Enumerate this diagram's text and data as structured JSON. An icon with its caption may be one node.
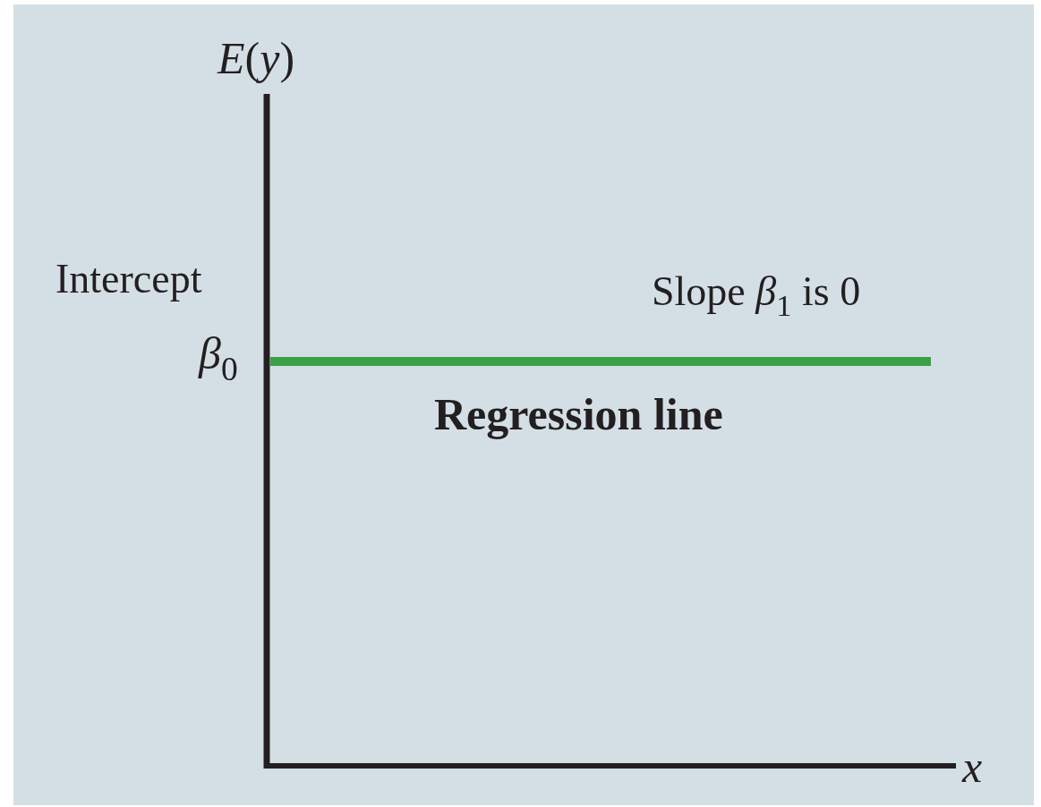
{
  "diagram": {
    "labels": [
      "*E*(*y*)",
      "Intercept",
      "*β*$_{0}$",
      "Slope *β*$_{1}$ is 0",
      "Regression line",
      "x"
    ]
  }
}
